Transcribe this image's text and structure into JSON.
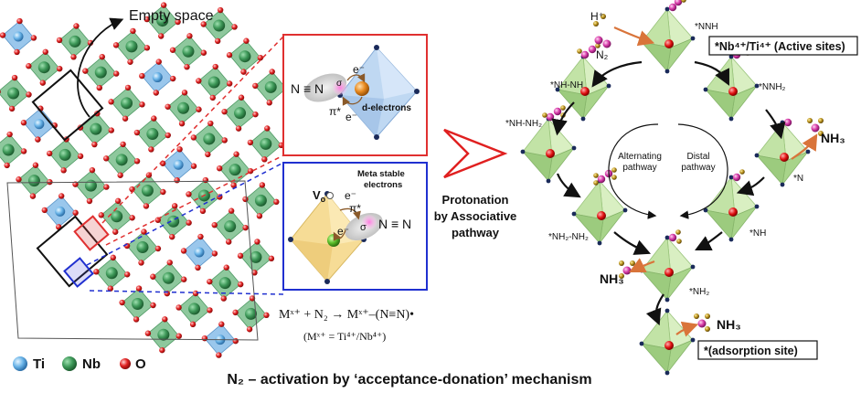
{
  "lattice": {
    "empty_space_label": "Empty space"
  },
  "legend": {
    "items": [
      {
        "label": "Ti",
        "color": "#6ab4e8"
      },
      {
        "label": "Nb",
        "color": "#3f9a5a"
      },
      {
        "label": "O",
        "color": "#e02020"
      }
    ]
  },
  "inset_top": {
    "bond_label": "N ≡ N",
    "sigma": "σ",
    "e_minus_1": "e⁻",
    "e_minus_2": "e⁻",
    "pi_star": "π*",
    "d_electrons": "d-electrons",
    "frame_color": "#e03030"
  },
  "inset_bottom": {
    "vacancy_label": "V",
    "vacancy_sub": "o",
    "meta_stable_line1": "Meta stable",
    "meta_stable_line2": "electrons",
    "e_minus_1": "e⁻",
    "e_minus_2": "e⁻",
    "pi_star": "π*",
    "sigma": "σ",
    "bond_label": "N ≡ N",
    "frame_color": "#2030d0"
  },
  "equations": {
    "reaction": "Mˣ⁺ + N₂ → Mˣ⁺–(N≡N)•",
    "definition": "(Mˣ⁺ = Ti⁴⁺/Nb⁴⁺)"
  },
  "protonation": {
    "line1": "Protonation",
    "line2": "by Associative",
    "line3": "pathway"
  },
  "pathway": {
    "h_plus": "H⁺",
    "n2": "N₂",
    "active_sites": "*Nb⁴⁺/Ti⁴⁺ (Active sites)",
    "alternating_line1": "Alternating",
    "alternating_line2": "pathway",
    "distal_line1": "Distal",
    "distal_line2": "pathway",
    "adsorption_site": "*(adsorption site)",
    "nh3_right": "NH₃",
    "nh3_mid": "NH₃",
    "nh3_bottom": "NH₃",
    "intermediates": {
      "nnh": "*NNH",
      "nh_nh": "*NH-NH",
      "nnh2": "*NNH₂",
      "nh_nh2": "*NH-NH₂",
      "n": "*N",
      "nh2_nh2": "*NH₂-NH₂",
      "nh": "*NH",
      "nh2": "*NH₂"
    }
  },
  "caption": "N₂ – activation by ‘acceptance-donation’ mechanism"
}
